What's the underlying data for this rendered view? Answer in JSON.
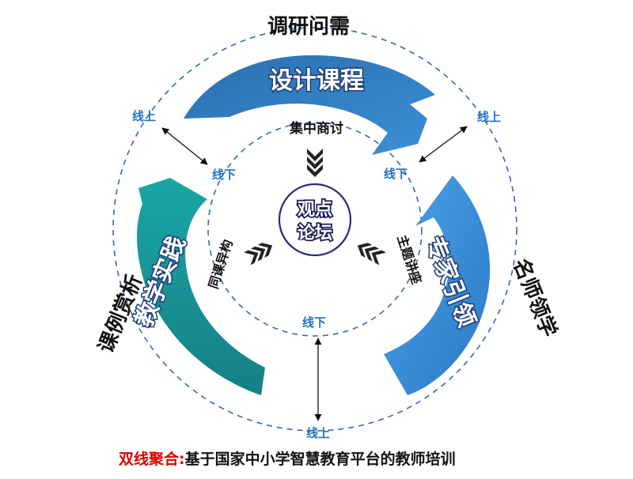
{
  "outer_titles": {
    "top": "调研问需",
    "left": "课例赏析",
    "right": "名师领学"
  },
  "arrow_labels": {
    "top": "设计课程",
    "left": "教学实践",
    "right": "专家引领"
  },
  "center": {
    "line1": "观点",
    "line2": "论坛"
  },
  "inner_activities": {
    "top": "集中商讨",
    "left": "同课异构",
    "right": "主题讲座"
  },
  "links": {
    "online_top_left": "线上",
    "online_top_right": "线上",
    "online_bottom": "线上",
    "offline_left": "线下",
    "offline_right": "线下",
    "offline_bottom": "线下"
  },
  "footer": {
    "highlight": "双线聚合:",
    "text": "基于国家中小学智慧教育平台的教师培训"
  },
  "colors": {
    "top_arrow": "#2f7ec2",
    "left_arrow": "#1e9b9b",
    "right_arrow": "#3f95db",
    "dashed_circle": "#3a66b0",
    "link_text": "#1f73c4",
    "footer_highlight": "#e00000"
  }
}
